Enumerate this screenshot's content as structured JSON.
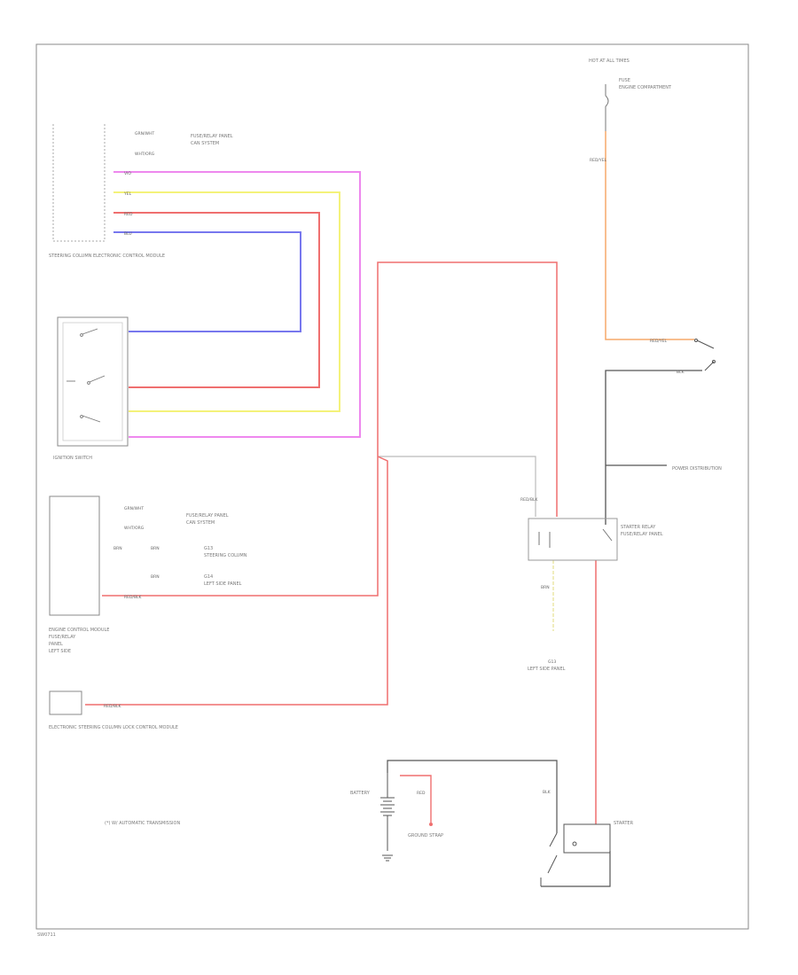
{
  "wire_colors": {
    "pink": "#ee88ee",
    "yellow": "#f4f27a",
    "red": "#ef6f6f",
    "blue": "#7777ee",
    "orange": "#f5a86a",
    "black": "#555555",
    "gray": "#bbbbbb"
  },
  "top_fuse": {
    "line1": "HOT AT ALL TIMES",
    "label": "FUSE",
    "name": "ENGINE COMPARTMENT"
  },
  "ignition_switch": {
    "wire": "RED/YEL"
  },
  "steering_column_module": {
    "label": "STEERING COLUMN ELECTRONIC CONTROL MODULE",
    "pins": [
      "GRN/WHT",
      "WHT/ORG",
      "VIO",
      "YEL",
      "RED",
      "BLU"
    ],
    "labels": [
      "FUSE/RELAY PANEL",
      "CAN SYSTEM"
    ]
  },
  "ignition_switch_label": "IGNITION SWITCH",
  "engine_module": {
    "label": "ENGINE CONTROL MODULE",
    "lines": [
      "FUSE/RELAY",
      "PANEL",
      "LEFT SIDE"
    ],
    "pins": [
      "GRN/WHT",
      "WHT/ORG",
      "BRN",
      "BRN",
      "BRN",
      "RED/BLK"
    ],
    "labels": [
      "FUSE/RELAY PANEL",
      "CAN SYSTEM",
      "G13",
      "STEERING COLUMN",
      "G14",
      "LEFT SIDE PANEL"
    ]
  },
  "steering_lock_module": {
    "label": "ELECTRONIC STEERING COLUMN LOCK CONTROL MODULE",
    "wire": "RED/BLK"
  },
  "starter_relay": {
    "label": "STARTER RELAY",
    "sublabel": "FUSE/RELAY PANEL",
    "wire_top": "BLK",
    "wire_side": "RED/BLK"
  },
  "ground_left": {
    "label": "G13",
    "sublabel": "LEFT SIDE PANEL",
    "wire": "BRN"
  },
  "relay_to_power": "POWER DISTRIBUTION",
  "battery": {
    "label": "BATTERY",
    "wire": "RED",
    "ground": "GROUND STRAP"
  },
  "starter": {
    "label": "STARTER",
    "wire": "BLK"
  },
  "footnote": "(*) W/ AUTOMATIC TRANSMISSION",
  "footer": "SW0711"
}
